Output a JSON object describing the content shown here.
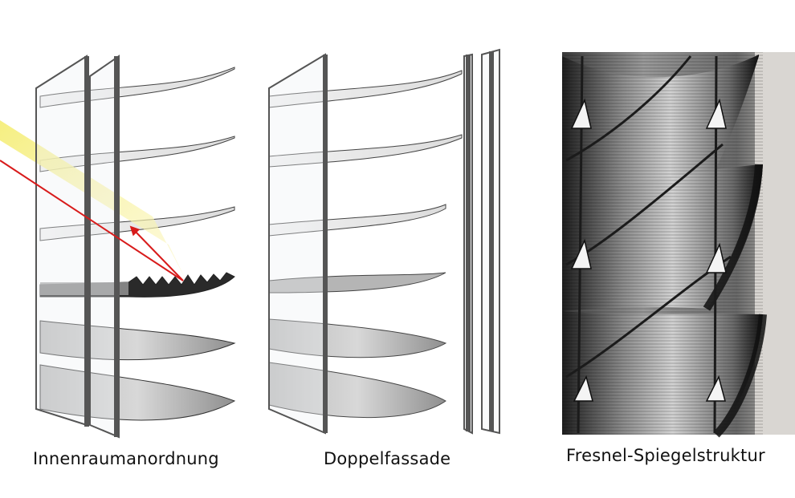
{
  "panels": [
    {
      "id": "interior",
      "caption": "Innenraumanordnung"
    },
    {
      "id": "double_facade",
      "caption": "Doppelfassade"
    },
    {
      "id": "fresnel_photo",
      "caption": "Fresnel-Spiegelstruktur"
    }
  ],
  "colors": {
    "glass_stroke": "#5a5a5a",
    "glass_fill": "#e8ecef",
    "slat_light": "#eaeaea",
    "slat_dark": "#8c8c8c",
    "sunbeam": "#f3ec8a",
    "ray": "#d81b1b",
    "photo_bg": "#d9d6d2"
  }
}
